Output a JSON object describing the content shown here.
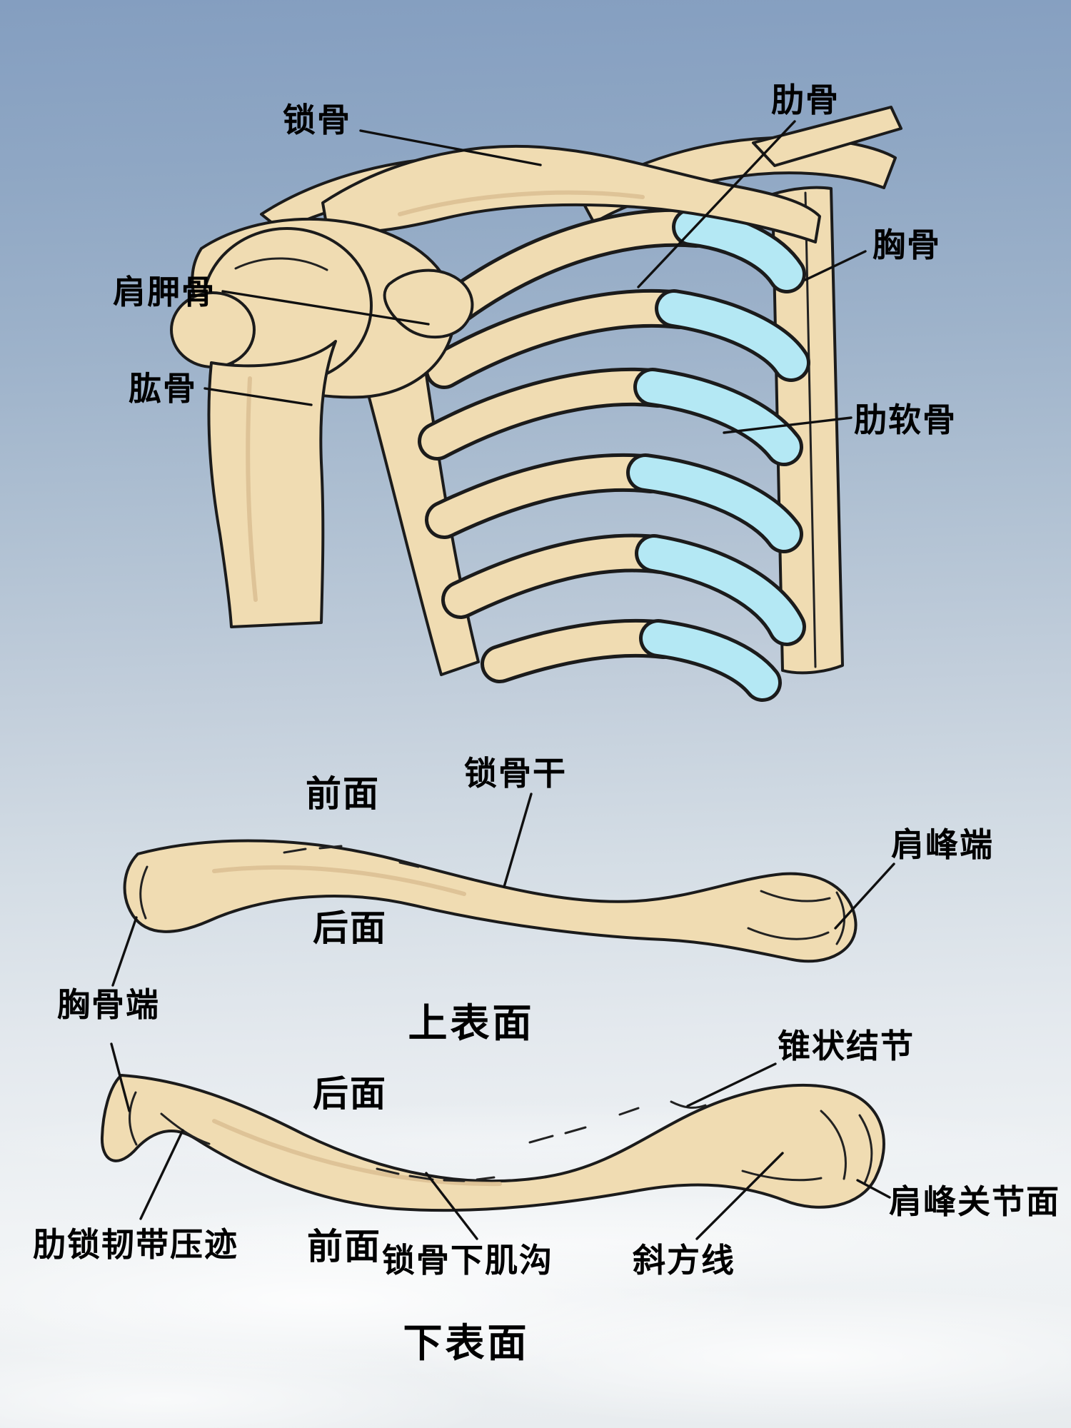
{
  "palette": {
    "sky_top": "#849ec0",
    "sky_bottom": "#eef1f3",
    "bone": "#f0dcb2",
    "bone_shadow": "#d9bd90",
    "cartilage": "#b4e8f4",
    "outline": "#1b1b1b",
    "label_text": "#000000",
    "leader_line": "#101010"
  },
  "shoulder_figure": {
    "labels": {
      "clavicle": "锁骨",
      "rib": "肋骨",
      "sternum": "胸骨",
      "scapula": "肩胛骨",
      "humerus": "肱骨",
      "costal_cartilage": "肋软骨"
    }
  },
  "clavicle_superior_figure": {
    "heading": "上表面",
    "labels": {
      "anterior": "前面",
      "shaft": "锁骨干",
      "acromial_end": "肩峰端",
      "posterior": "后面",
      "sternal_end": "胸骨端"
    }
  },
  "clavicle_inferior_figure": {
    "heading": "下表面",
    "labels": {
      "posterior": "后面",
      "conoid_tubercle": "锥状结节",
      "acromial_facet": "肩峰关节面",
      "costoclavicular_impression": "肋锁韧带压迹",
      "anterior": "前面",
      "subclavius_groove": "锁骨下肌沟",
      "trapezoid_line": "斜方线"
    }
  }
}
